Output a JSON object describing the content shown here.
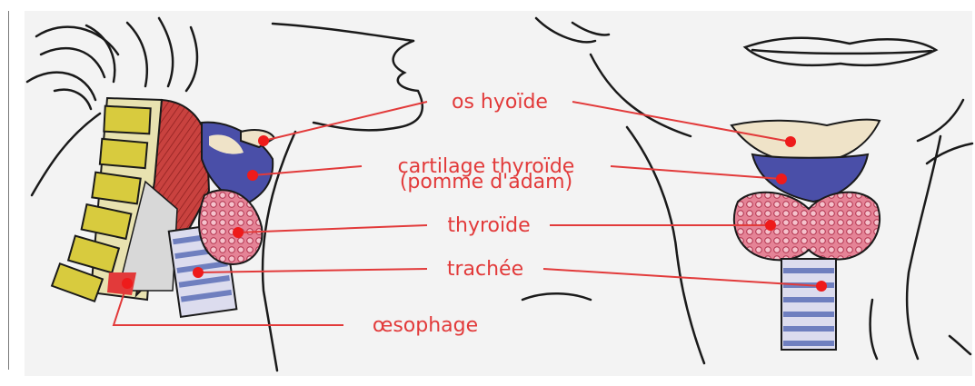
{
  "labels": {
    "hyoid": "os hyoïde",
    "thyroid_cartilage_1": "cartilage thyroïde",
    "thyroid_cartilage_2": "(pomme d'adam)",
    "thyroid": "thyroïde",
    "trachea": "trachée",
    "esophagus": "œsophage"
  },
  "colors": {
    "label": "#e23a3a",
    "leader": "#e23a3a",
    "dot": "#ee1b1b",
    "outline": "#1a1a1a",
    "background": "#f3f3f3",
    "vertebra": "#d9cf3c",
    "muscle": "#c43a3a",
    "cartilage": "#4a4fa8",
    "hyoid_fill": "#efe3c8",
    "thyroid_gland": "#e97a8e",
    "trachea_ring": "#7f8fc7"
  }
}
